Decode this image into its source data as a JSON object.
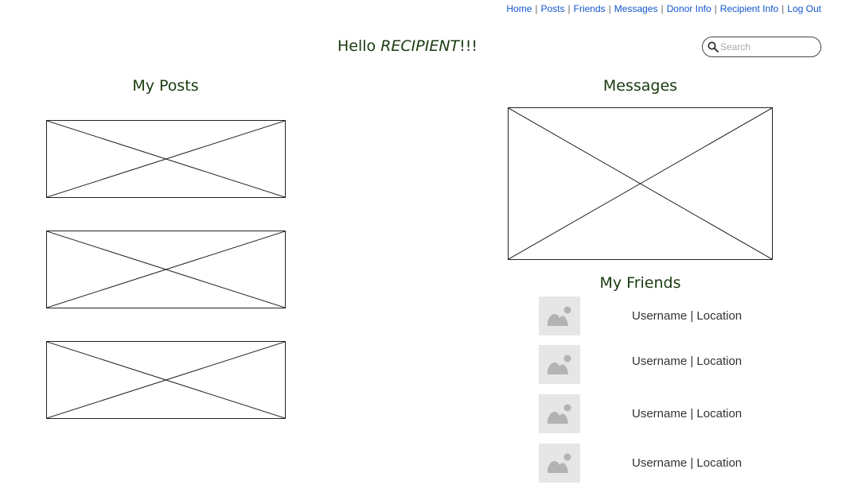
{
  "nav": {
    "links": [
      "Home",
      "Posts",
      "Friends",
      "Messages",
      "Donor Info",
      "Recipient Info",
      "Log Out"
    ],
    "separator": "|"
  },
  "header": {
    "greeting_prefix": "Hello ",
    "greeting_name": "RECIPIENT",
    "greeting_suffix": "!!!"
  },
  "search": {
    "placeholder": "Search",
    "icon": "search-icon"
  },
  "posts": {
    "title": "My Posts",
    "count": 3
  },
  "messages": {
    "title": "Messages"
  },
  "friends": {
    "title": "My Friends",
    "items": [
      {
        "label": "Username | Location",
        "icon": "image-placeholder-icon"
      },
      {
        "label": "Username | Location",
        "icon": "image-placeholder-icon"
      },
      {
        "label": "Username | Location",
        "icon": "image-placeholder-icon"
      },
      {
        "label": "Username | Location",
        "icon": "image-placeholder-icon"
      }
    ]
  },
  "colors": {
    "heading": "#1a3a10",
    "link": "#1155cc",
    "avatar_bg": "#e6e6e6",
    "avatar_icon": "#b3b3b3"
  }
}
